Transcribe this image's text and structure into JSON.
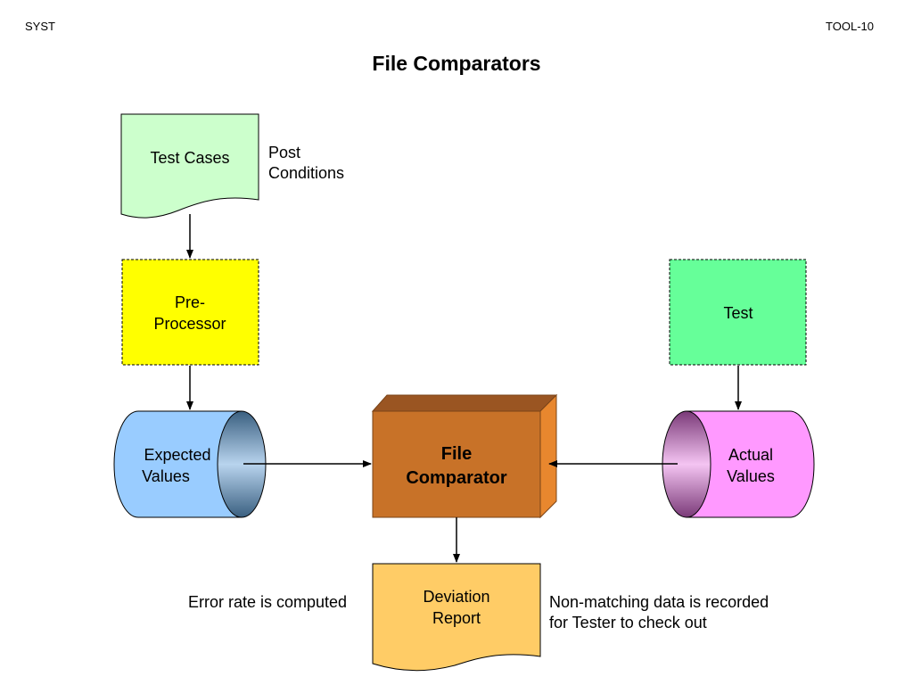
{
  "header": {
    "left": "SYST",
    "right": "TOOL-10"
  },
  "title": "File Comparators",
  "nodes": {
    "test_cases": {
      "label": "Test Cases",
      "color": "#ccffcc"
    },
    "preprocessor": {
      "line1": "Pre-",
      "line2": "Processor",
      "color": "#ffff00"
    },
    "test": {
      "label": "Test",
      "color": "#66ff99"
    },
    "expected": {
      "line1": "Expected",
      "line2": "Values",
      "color": "#99ccff"
    },
    "comparator": {
      "line1": "File",
      "line2": "Comparator",
      "color": "#c87228"
    },
    "actual": {
      "line1": "Actual",
      "line2": "Values",
      "color": "#ff99ff"
    },
    "deviation": {
      "line1": "Deviation",
      "line2": "Report",
      "color": "#ffcc66"
    }
  },
  "notes": {
    "post_conditions": {
      "line1": "Post",
      "line2": "Conditions"
    },
    "error_rate": "Error rate is computed",
    "non_matching": {
      "line1": "Non-matching data is recorded",
      "line2": "for Tester to check out"
    }
  }
}
